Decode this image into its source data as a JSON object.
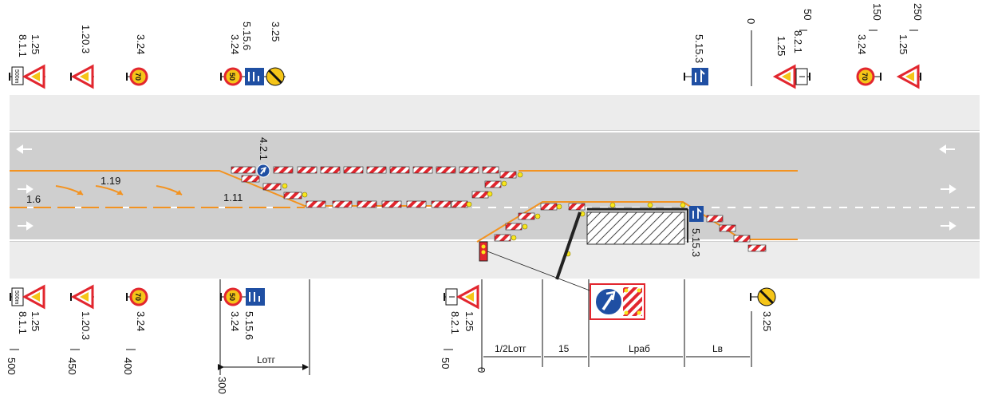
{
  "colors": {
    "shoulder": "#ececec",
    "road": "#cfcfcf",
    "edge_line": "#ffffff",
    "traffic_line": "#f39321",
    "barrier_red": "#e2262e",
    "lamp_yellow": "#f8e71c",
    "sign_blue": "#1f4fa3",
    "sign_red": "#e2262e",
    "sign_yellow": "#f5c518"
  },
  "top_signs": [
    {
      "codes": [
        "1.25",
        "8.1.1"
      ],
      "icons": [
        "plate-500m-icon",
        "roadwork-warning-icon"
      ],
      "plate": "500m"
    },
    {
      "codes": [
        "1.20.3"
      ],
      "icons": [
        "road-narrows-warning-icon"
      ]
    },
    {
      "codes": [
        "3.24"
      ],
      "icons": [
        "speed-limit-70-icon"
      ],
      "speed": "70"
    },
    {
      "codes": [
        "3.24",
        "5.15.6",
        "3.25"
      ],
      "icons": [
        "speed-limit-50-icon",
        "lane-end-info-icon",
        "end-speed-limit-icon"
      ],
      "speed": "50"
    },
    {
      "codes": [
        "5.15.3"
      ],
      "icons": [
        "lane-start-info-icon"
      ]
    },
    {
      "codes": [
        "1.25",
        "8.2.1"
      ],
      "icons": [
        "roadwork-warning-icon",
        "plate-distance-icon"
      ]
    },
    {
      "codes": [
        "3.24"
      ],
      "icons": [
        "speed-limit-70-icon"
      ],
      "speed": "70"
    },
    {
      "codes": [
        "1.25"
      ],
      "icons": [
        "roadwork-warning-icon"
      ]
    }
  ],
  "top_distances": [
    "0",
    "50",
    "150",
    "250"
  ],
  "bottom_signs": [
    {
      "codes": [
        "1.25",
        "8.1.1"
      ],
      "plate": "500m"
    },
    {
      "codes": [
        "1.20.3"
      ]
    },
    {
      "codes": [
        "3.24"
      ],
      "speed": "70"
    },
    {
      "codes": [
        "3.24",
        "5.15.6"
      ],
      "speed": "50"
    },
    {
      "codes": [
        "1.25",
        "8.2.1"
      ]
    },
    {
      "codes": [
        "3.25"
      ]
    }
  ],
  "bottom_distances": [
    "500",
    "450",
    "400",
    "300",
    "50",
    "0"
  ],
  "road_labels": {
    "marking_1_19": "1.19",
    "marking_1_6": "1.6",
    "marking_1_11": "1.11",
    "sign_4_2_1": "4.2.1",
    "sign_5_15_3": "5.15.3"
  },
  "dimensions": {
    "l_otg": "Lотг",
    "half_l_otg": "1/2Lотг",
    "fifteen": "15",
    "l_rab": "Lраб",
    "l_v": "Lв"
  }
}
